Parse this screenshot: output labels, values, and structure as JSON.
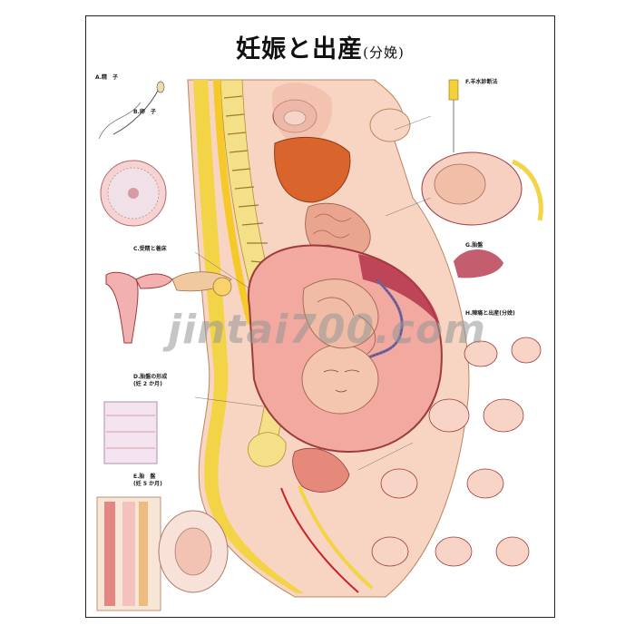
{
  "poster": {
    "title_main": "妊娠と出産",
    "title_sub": "(分娩)",
    "watermark": "jintai700.com"
  },
  "sections": {
    "a": "A.精　子",
    "b": "B.卵　子",
    "c": "C.受精と着床",
    "d": "D.胎盤の形成",
    "d2": "(妊 2 か月)",
    "e": "E.胎　盤",
    "e2": "(妊 5 か月)",
    "f": "F.羊水診断法",
    "g": "G.胎盤",
    "h": "H.陣痛と出産(分娩)"
  },
  "colors": {
    "border": "#222222",
    "spine": "#f2d33a",
    "uterus": "#e9a58e",
    "tissue": "#f6c9b8",
    "vessel": "#c8232c",
    "liver": "#d9652c"
  }
}
